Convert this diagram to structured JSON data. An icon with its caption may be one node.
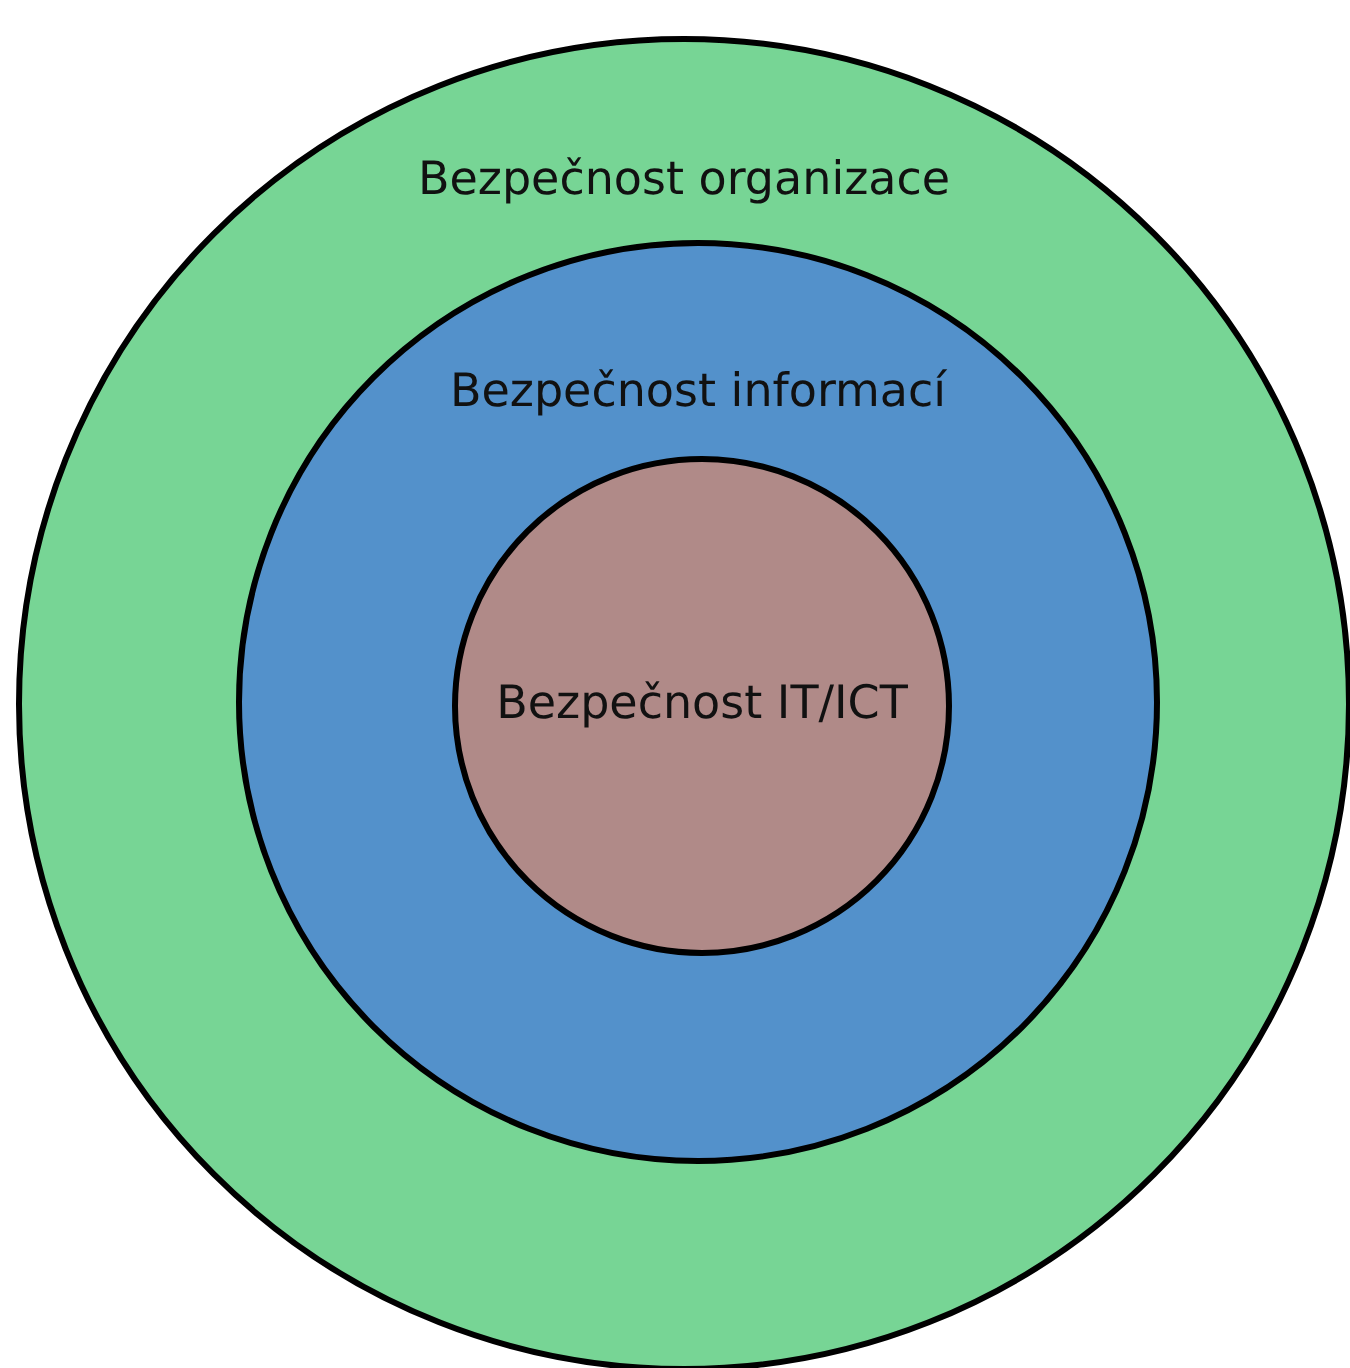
{
  "diagram": {
    "nodes": [
      {
        "text": [
          "Bezpečnost organizace"
        ]
      },
      {
        "text": [
          "Bezpečnost informací"
        ],
        "in": 0
      },
      {
        "text": [
          "Bezpečnost IT/ICT"
        ],
        "in": 1
      }
    ]
  }
}
